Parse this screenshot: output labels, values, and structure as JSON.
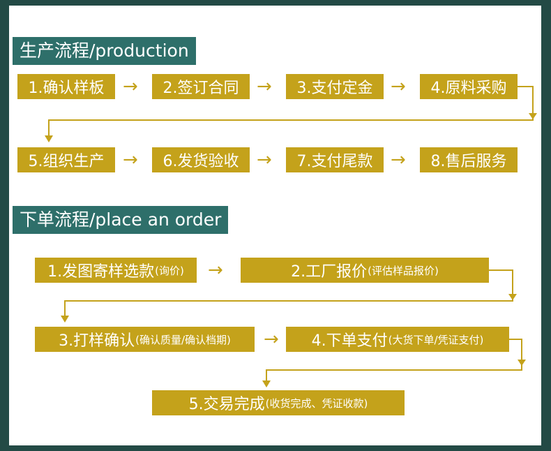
{
  "production": {
    "title": "生产流程/production",
    "steps": [
      "1.确认样板",
      "2.签订合同",
      "3.支付定金",
      "4.原料采购",
      "5.组织生产",
      "6.发货验收",
      "7.支付尾款",
      "8.售后服务"
    ]
  },
  "order": {
    "title": "下单流程/place an order",
    "steps": [
      {
        "label": "1.发图寄样选款",
        "note": "(询价)"
      },
      {
        "label": "2.工厂报价",
        "note": "(评估样品报价)"
      },
      {
        "label": "3.打样确认",
        "note": "(确认质量/确认档期)"
      },
      {
        "label": "4.下单支付",
        "note": "(大货下单/凭证支付)"
      },
      {
        "label": "5.交易完成",
        "note": "(收货完成、凭证收款)"
      }
    ]
  },
  "colors": {
    "background": "#234a45",
    "title_bar": "#2e6f6a",
    "step_box": "#c4a21b",
    "arrow": "#c4a21b"
  }
}
